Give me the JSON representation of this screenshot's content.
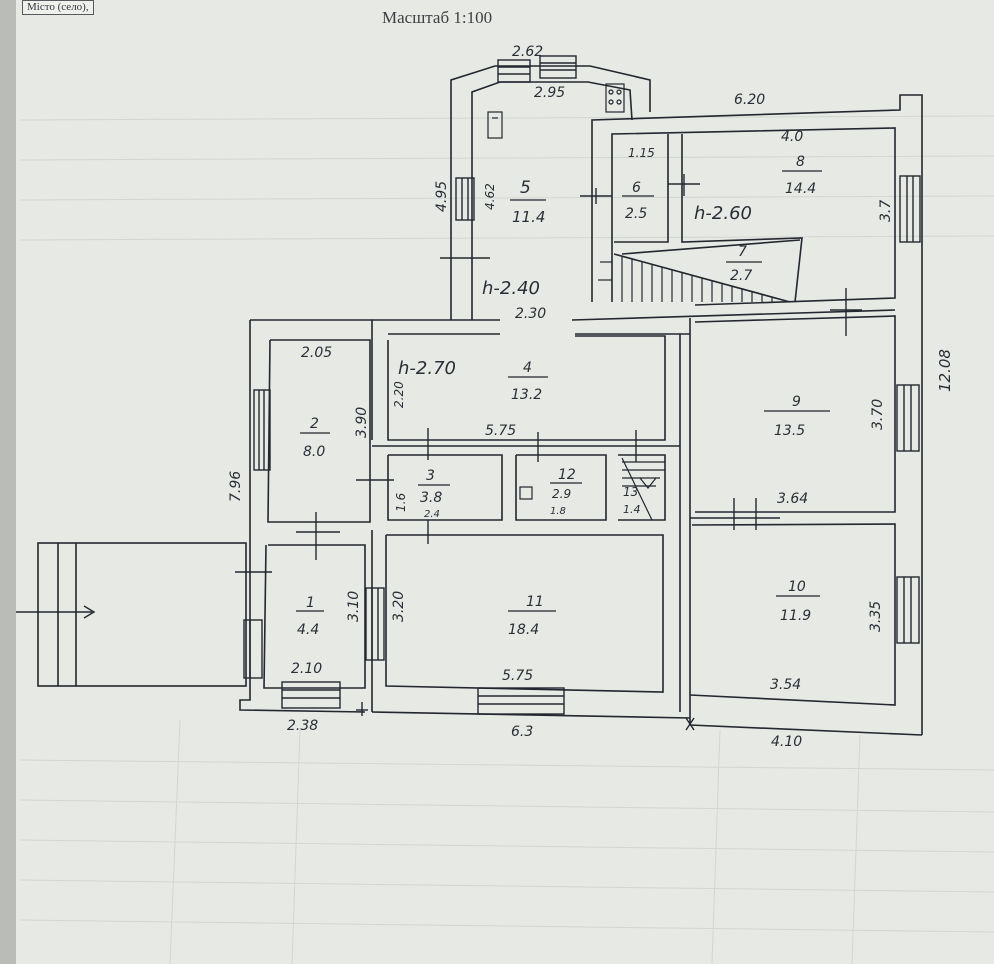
{
  "header_fragment": "Місто (село),",
  "scale_label": "Масштаб 1:100",
  "colors": {
    "paper": "#e7e9e4",
    "ink": "#23272f",
    "grid": "#cfd4cf"
  },
  "rooms": [
    {
      "id": "r1",
      "number": "1",
      "area": "4.4"
    },
    {
      "id": "r2",
      "number": "2",
      "area": "8.0"
    },
    {
      "id": "r3",
      "number": "3",
      "area": "3.8"
    },
    {
      "id": "r4",
      "number": "4",
      "area": "13.2"
    },
    {
      "id": "r5",
      "number": "5",
      "area": "11.4"
    },
    {
      "id": "r6",
      "number": "6",
      "area": "2.5"
    },
    {
      "id": "r7",
      "number": "7",
      "area": "2.7"
    },
    {
      "id": "r8",
      "number": "8",
      "area": "14.4"
    },
    {
      "id": "r9",
      "number": "9",
      "area": "13.5"
    },
    {
      "id": "r10",
      "number": "10",
      "area": "11.9"
    },
    {
      "id": "r11",
      "number": "11",
      "area": "18.4"
    },
    {
      "id": "r12",
      "number": "12",
      "area": "2.9"
    },
    {
      "id": "r13",
      "number": "13",
      "area": "1.4"
    }
  ],
  "heights": {
    "h5": "h-2.40",
    "h8": "h-2.60",
    "h4": "h-2.70"
  },
  "dimensions": {
    "d_2_62": "2.62",
    "d_2_95": "2.95",
    "d_6_20_top": "6.20",
    "d_1_15": "1.15",
    "d_4_0": "4.0",
    "d_4_95": "4.95",
    "d_4_62": "4.62",
    "d_3_7": "3.7",
    "d_2_30": "2.30",
    "d_2_05": "2.05",
    "d_2_20": "2.20",
    "d_3_90": "3.90",
    "d_5_75_mid": "5.75",
    "d_12_08": "12.08",
    "d_3_70": "3.70",
    "d_7_96": "7.96",
    "d_1_6": "1.6",
    "d_2_4": "2.4",
    "d_1_8": "1.8",
    "d_3_64": "3.64",
    "d_3_10": "3.10",
    "d_3_20": "3.20",
    "d_3_35": "3.35",
    "d_2_10": "2.10",
    "d_5_75_bot": "5.75",
    "d_3_54": "3.54",
    "d_2_38": "2.38",
    "d_6_3": "6.3",
    "d_4_10": "4.10"
  }
}
